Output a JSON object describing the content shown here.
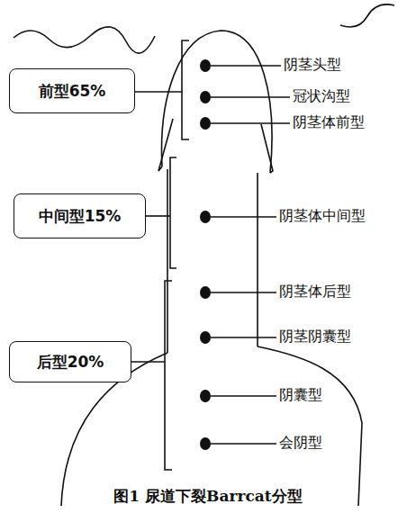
{
  "diagram": {
    "caption": "图1 尿道下裂Barrcat分型",
    "nodes": [
      {
        "text": [
          "前型65%"
        ]
      },
      {
        "text": [
          "中间型15%"
        ]
      },
      {
        "text": [
          "后型20%"
        ]
      }
    ],
    "labels": [
      "阴茎头型",
      "冠状沟型",
      "阴茎体前型",
      "阴茎体中间型",
      "阴茎体后型",
      "阴茎阴囊型",
      "阴囊型",
      "会阴型"
    ]
  }
}
